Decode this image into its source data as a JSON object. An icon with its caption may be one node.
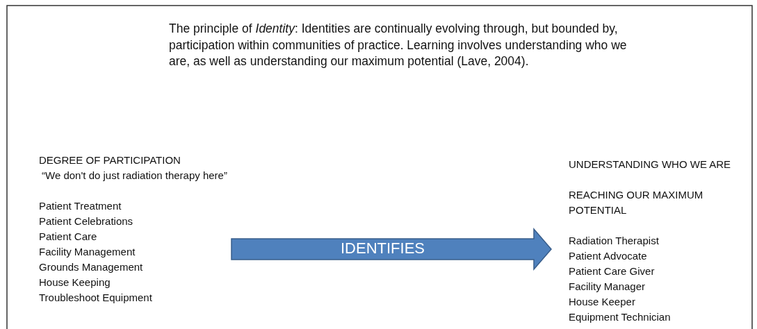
{
  "diagram": {
    "title": "The principle of *Identity*:  Identities are continually evolving through, but bounded by, participation within communities of practice. Learning involves understanding who we are, as well as understanding our maximum potential (Lave, 2004).",
    "nodes": [
      {
        "text": [
          "DEGREE OF PARTICIPATION",
          "“We don't do just radiation therapy here”",
          "Patient Treatment",
          "Patient Celebrations",
          "Patient Care",
          "Facility Management",
          "Grounds Management",
          "House Keeping",
          "Troubleshoot Equipment"
        ]
      },
      {
        "text": [
          "UNDERSTANDING WHO WE ARE",
          "REACHING OUR MAXIMUM POTENTIAL",
          "Radiation Therapist",
          "Patient Advocate",
          "Patient Care Giver",
          "Facility Manager",
          "House Keeper",
          "Equipment Technician"
        ]
      }
    ],
    "edges": [
      {
        "from": 0,
        "to": 1,
        "arrow": "to",
        "label": "IDENTIFIES",
        "style": "thick"
      }
    ]
  }
}
